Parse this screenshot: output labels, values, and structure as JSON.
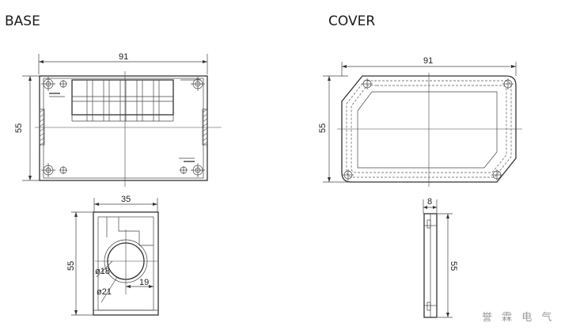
{
  "titles": {
    "base": "BASE",
    "cover": "COVER"
  },
  "base_top": {
    "width": "91",
    "height": "55"
  },
  "base_side": {
    "width": "35",
    "height": "55",
    "dia_small": "ø18",
    "dia_large": "ø21",
    "offset": "19"
  },
  "cover_top": {
    "width": "91",
    "height": "55"
  },
  "cover_side": {
    "thickness": "8",
    "height": "55"
  },
  "watermark": "誉 霖 电 气"
}
